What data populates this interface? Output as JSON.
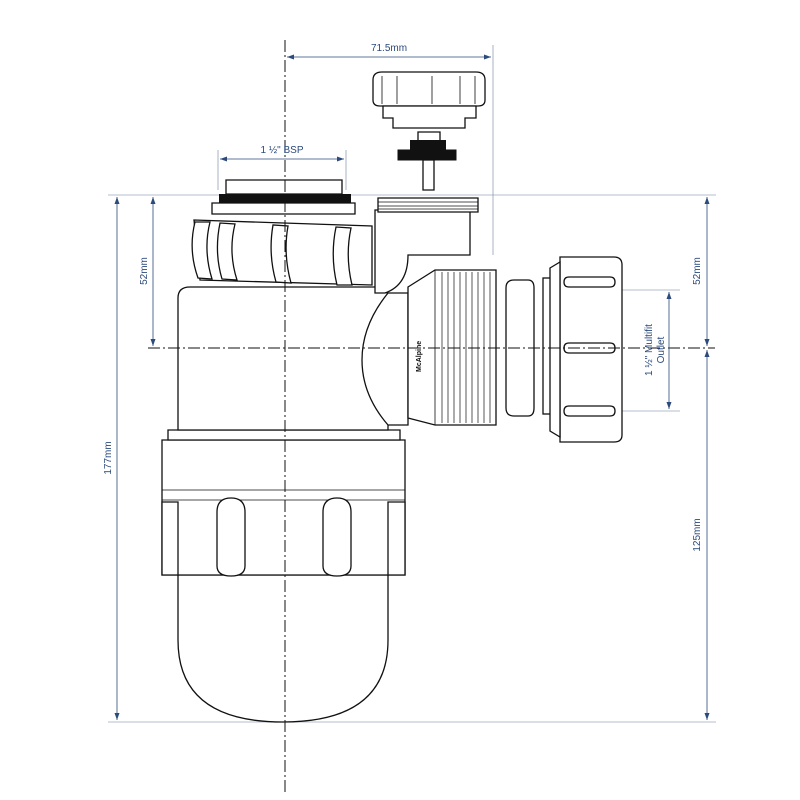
{
  "dimensions": {
    "overall_width": "71.5mm",
    "inlet_thread": "1 ½\" BSP",
    "height_top_to_centre_left": "52mm",
    "height_top_to_centre_right": "52mm",
    "overall_height": "177mm",
    "centre_to_base": "125mm",
    "outlet_label_line1": "1 ½\" Multifit",
    "outlet_label_line2": "Outlet"
  },
  "brand": "McAlpine",
  "colors": {
    "dimension": "#2c4a7c",
    "outline": "#111111",
    "background": "#ffffff"
  }
}
